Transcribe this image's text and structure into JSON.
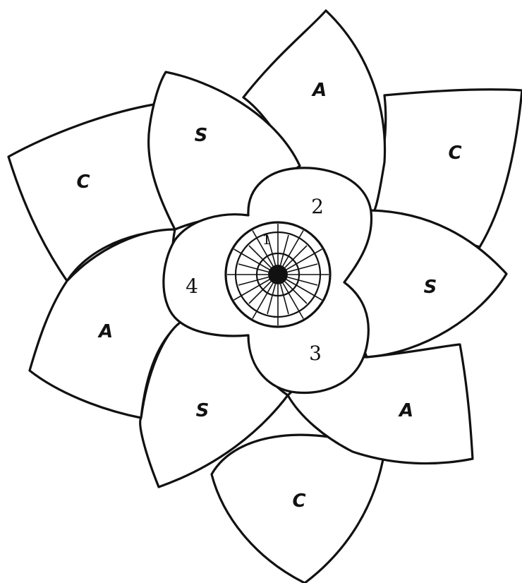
{
  "diagram": {
    "outer_petals": {
      "top": "A",
      "upper_right": "C",
      "right": "S",
      "lower_right": "A",
      "bottom": "C",
      "lower_left": "S",
      "left": "A",
      "upper_left": "C",
      "upper_mid_left": "S"
    },
    "inner_petals": {
      "upper": "2",
      "left": "4",
      "lower": "3"
    },
    "center_mark": "1"
  }
}
